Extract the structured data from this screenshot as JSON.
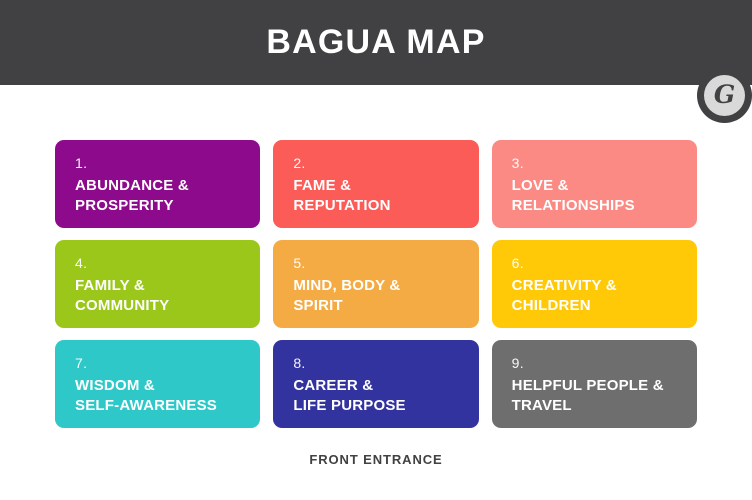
{
  "header": {
    "title": "BAGUA MAP",
    "background_color": "#414042",
    "title_color": "#FFFFFF"
  },
  "logo": {
    "name": "brand-logo-g",
    "glyph": "G",
    "outer_color": "#414042",
    "inner_color": "#D9D9D9"
  },
  "grid": {
    "columns": 3,
    "rows": 3,
    "tiles": [
      {
        "number": "1.",
        "label": "ABUNDANCE &\nPROSPERITY",
        "color": "#8E0A8C"
      },
      {
        "number": "2.",
        "label": "FAME &\nREPUTATION",
        "color": "#FB5C58"
      },
      {
        "number": "3.",
        "label": "LOVE &\nRELATIONSHIPS",
        "color": "#FA8A83"
      },
      {
        "number": "4.",
        "label": "FAMILY &\nCOMMUNITY",
        "color": "#9AC71A"
      },
      {
        "number": "5.",
        "label": "MIND, BODY &\nSPIRIT",
        "color": "#F5AB44"
      },
      {
        "number": "6.",
        "label": "CREATIVITY &\nCHILDREN",
        "color": "#FFC907"
      },
      {
        "number": "7.",
        "label": "WISDOM &\nSELF-AWARENESS",
        "color": "#2FC8C8"
      },
      {
        "number": "8.",
        "label": "CAREER &\nLIFE PURPOSE",
        "color": "#3333A0"
      },
      {
        "number": "9.",
        "label": "HELPFUL PEOPLE &\nTRAVEL",
        "color": "#6E6E6E"
      }
    ]
  },
  "caption": {
    "text": "FRONT ENTRANCE",
    "color": "#414042"
  }
}
